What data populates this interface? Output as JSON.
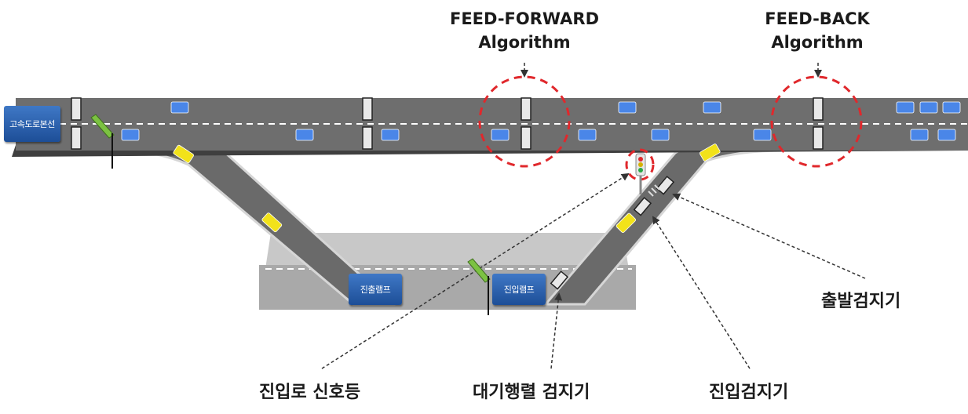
{
  "algorithms": {
    "feed_forward": {
      "line1": "FEED-FORWARD",
      "line2": "Algorithm"
    },
    "feed_back": {
      "line1": "FEED-BACK",
      "line2": "Algorithm"
    }
  },
  "signs": {
    "mainline": "고속도로본선",
    "exit_ramp": "진출램프",
    "entry_ramp": "진입램프"
  },
  "callouts": {
    "departure_detector": "출발검지기",
    "ramp_signal": "진입로 신호등",
    "queue_detector": "대기행렬 검지기",
    "entry_detector": "진입검지기"
  },
  "colors": {
    "road": "#6e6e6e",
    "road_edge": "#4a4a4a",
    "lower_road": "#a9a9a9",
    "lane_marking": "#ffffff",
    "highlight_circle": "#e0282c",
    "sign_blue": "#2a5faa",
    "car_blue": "#4a86e8",
    "car_yellow": "#f2e21a",
    "meter_flag": "#7cc242"
  }
}
